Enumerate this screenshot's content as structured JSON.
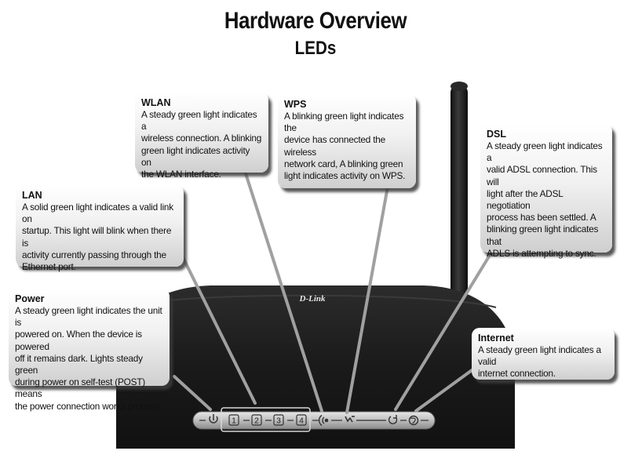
{
  "header": {
    "title": "Hardware Overview",
    "subtitle": "LEDs"
  },
  "device": {
    "brand": "D-Link"
  },
  "callouts": {
    "wlan": {
      "title": "WLAN",
      "lines": [
        "A steady green light indicates a",
        "wireless connection. A blinking",
        "green light indicates activity on",
        "the WLAN interface."
      ]
    },
    "wps": {
      "title": "WPS",
      "lines": [
        "A blinking green light indicates the",
        "device has connected the wireless",
        "network card, A blinking green",
        "light indicates activity on WPS."
      ]
    },
    "lan": {
      "title": "LAN",
      "lines": [
        "A solid green light indicates a valid link on",
        "startup. This light will blink when there is",
        "activity currently passing through the",
        "Ethernet port."
      ]
    },
    "dsl": {
      "title": "DSL",
      "lines": [
        "A steady green light indicates a",
        "valid ADSL connection. This will",
        "light after the ADSL negotiation",
        "process has been settled. A",
        "blinking green light indicates that",
        "ADLS is attempting to sync."
      ]
    },
    "power": {
      "title": "Power",
      "lines": [
        "A steady green light indicates the unit is",
        "powered on. When the device is powered",
        "off it remains dark. Lights steady green",
        "during power on self-test (POST) means",
        "the power connection works properly."
      ]
    },
    "internet": {
      "title": "Internet",
      "lines": [
        "A steady green light indicates a valid",
        "internet connection."
      ]
    }
  },
  "led_panel": {
    "port_labels": [
      "1",
      "2",
      "3",
      "4"
    ],
    "icons": [
      "power-icon",
      "wlan-icon",
      "wps-icon",
      "dsl-icon",
      "internet-icon"
    ]
  },
  "colors": {
    "router_body": "#1d1d1d",
    "callout_shadow": "#3c3c3c",
    "leader_line": "#a0a0a0"
  }
}
